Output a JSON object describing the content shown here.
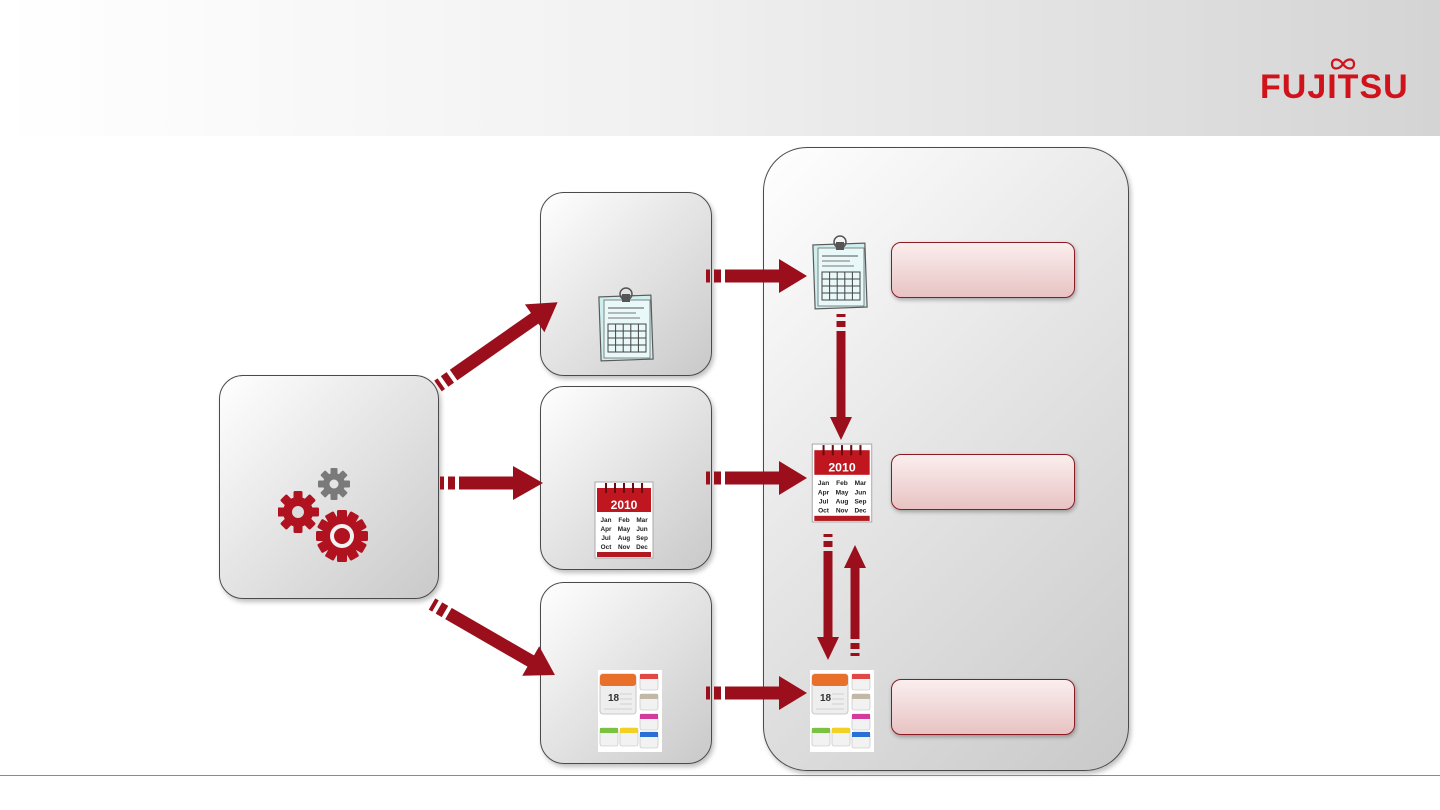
{
  "brand": {
    "logo_text": "FUJITSU",
    "logo_color": "#d0121b"
  },
  "colors": {
    "arrow": "#9b0f1c",
    "gear_red": "#b1121f",
    "gear_gray": "#7a7a7a",
    "label_border": "#8b1a22"
  },
  "icons": {
    "source_app": "gears-icon",
    "daily_calendar": "daily-calendar-icon",
    "year_calendar": "year-2010-calendar-icon",
    "multi_calendar": "colorful-calendars-icon"
  },
  "calendar_2010": {
    "year": "2010",
    "months": [
      "Jan",
      "Feb",
      "Mar",
      "Apr",
      "May",
      "Jun",
      "Jul",
      "Aug",
      "Sep",
      "Oct",
      "Nov",
      "Dec"
    ]
  },
  "multi_calendar": {
    "day": "18"
  }
}
